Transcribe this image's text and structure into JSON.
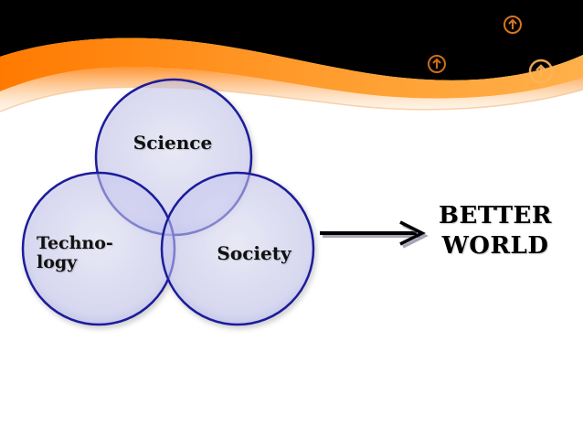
{
  "header": {
    "colors": {
      "dark": "#000000",
      "orange": "#ff8a1e",
      "light_orange": "#f7b56b",
      "cream": "#fde3c4"
    },
    "decorations": [
      {
        "icon": "up-arrow-circle-icon"
      },
      {
        "icon": "up-arrow-circle-icon"
      },
      {
        "icon": "up-arrow-circle-icon"
      }
    ]
  },
  "venn": {
    "fill_color": "#cfd0f3",
    "stroke_color": "#1f1f9a",
    "circles": [
      {
        "label": "Science"
      },
      {
        "label": "Techno-\nlogy"
      },
      {
        "label": "Society"
      }
    ]
  },
  "arrow": {
    "color": "#000000",
    "shadow_color": "#6a6a8a"
  },
  "outcome": {
    "text": "BETTER\nWORLD"
  }
}
